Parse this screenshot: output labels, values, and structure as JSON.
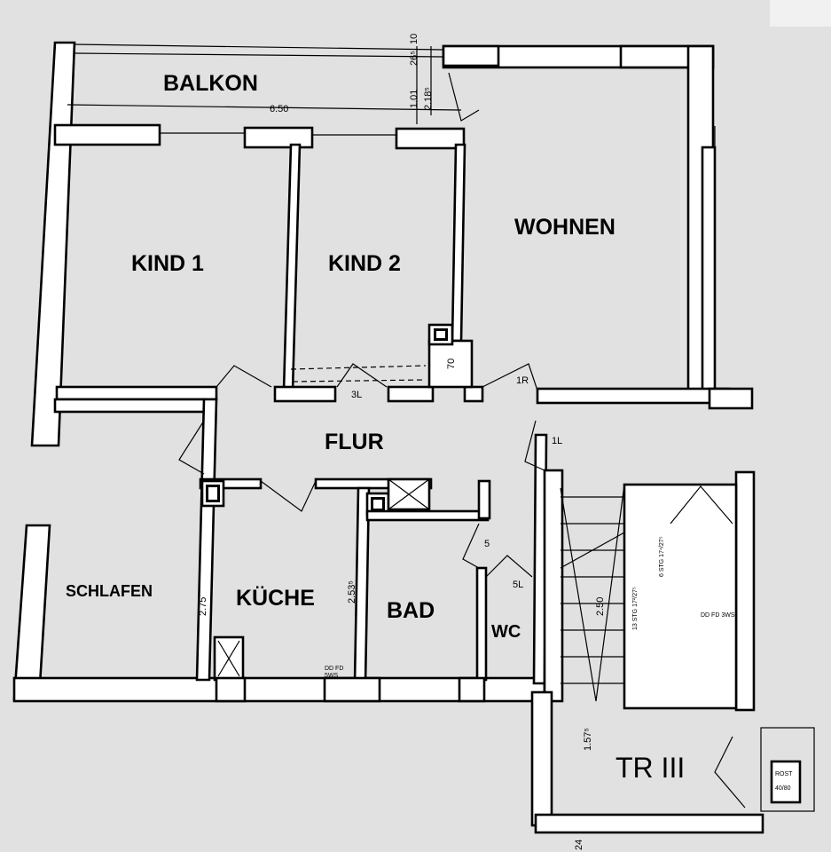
{
  "rooms": {
    "balkon": "BALKON",
    "kind1": "KIND 1",
    "kind2": "KIND 2",
    "wohnen": "WOHNEN",
    "flur": "FLUR",
    "schlafen": "SCHLAFEN",
    "kueche": "KÜCHE",
    "bad": "BAD",
    "wc": "WC",
    "treppe": "TR III"
  },
  "dimensions": {
    "balkon_width": "6.50",
    "kitchen_height": "2.53⁵",
    "schlafen_height": "2.75",
    "stair_length": "2.50",
    "stair_landing": "1.57⁵",
    "bottom": "24",
    "balkon_depth_a": "1.01",
    "balkon_depth_b": "2.18⁵",
    "top_a": "26⁵",
    "top_b": "10",
    "chimney": "70"
  },
  "door_marks": {
    "kind_doors": "3L",
    "wohnen_door": "1R",
    "entry_door": "1L",
    "bad_door": "5",
    "wc_door": "5L"
  },
  "stair_notes": {
    "flight_1": "13 STG 17²/27⁵",
    "flight_2": "6 STG 17⁴/27⁵",
    "stair_ceiling": "DD FD 3WS",
    "kitchen_ceiling_1": "DD FD",
    "kitchen_ceiling_2": "5WS"
  },
  "rost": {
    "line1": "ROST",
    "line2": "40/80"
  },
  "colors": {
    "background": "#e1e1e1",
    "wall": "#ffffff",
    "ink": "#000000"
  }
}
